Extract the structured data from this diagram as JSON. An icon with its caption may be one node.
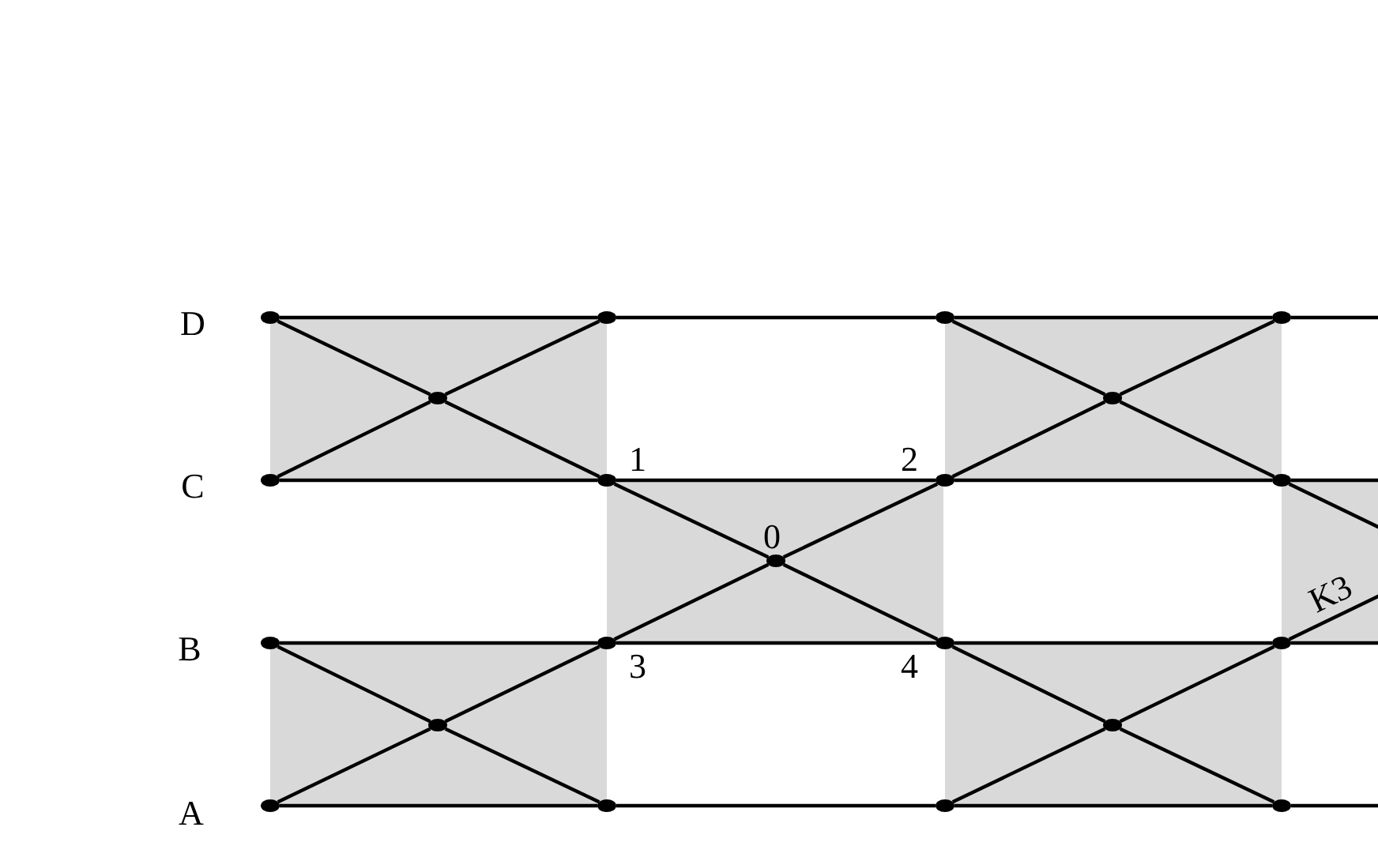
{
  "diagram": {
    "nodes": [
      {
        "text": [],
        "shape": "circle"
      },
      {
        "text": [],
        "shape": "circle"
      },
      {
        "text": [],
        "shape": "circle"
      },
      {
        "text": [],
        "shape": "circle"
      },
      {
        "text": [],
        "shape": "circle"
      },
      {
        "text": [],
        "shape": "circle"
      },
      {
        "text": [],
        "shape": "circle"
      },
      {
        "text": [],
        "shape": "circle",
        "beside": [
          "1"
        ]
      },
      {
        "text": [],
        "shape": "circle",
        "beside": [
          "2"
        ]
      },
      {
        "text": [],
        "shape": "circle"
      },
      {
        "text": [],
        "shape": "circle",
        "beside": [
          "0"
        ]
      },
      {
        "text": [],
        "shape": "circle"
      },
      {
        "text": [],
        "shape": "circle",
        "beside": [
          "3"
        ]
      },
      {
        "text": [],
        "shape": "circle",
        "beside": [
          "4"
        ]
      },
      {
        "text": [],
        "shape": "circle"
      },
      {
        "text": [],
        "shape": "circle"
      },
      {
        "text": [],
        "shape": "circle"
      },
      {
        "text": [],
        "shape": "circle"
      },
      {
        "text": [],
        "shape": "circle"
      },
      {
        "text": [],
        "shape": "circle"
      },
      {
        "text": [],
        "shape": "circle"
      }
    ],
    "edges": [
      {
        "from": 0,
        "to": 1,
        "arrow": "none"
      },
      {
        "from": 1,
        "to": 2,
        "arrow": "none"
      },
      {
        "from": 2,
        "to": 3,
        "arrow": "none"
      },
      {
        "from": 3,
        "to": null,
        "arrow": "none"
      },
      {
        "from": 6,
        "to": 7,
        "arrow": "none"
      },
      {
        "from": 7,
        "to": 8,
        "arrow": "none"
      },
      {
        "from": 8,
        "to": 9,
        "arrow": "none"
      },
      {
        "from": 9,
        "to": null,
        "arrow": "none"
      },
      {
        "from": 11,
        "to": 12,
        "arrow": "none"
      },
      {
        "from": 12,
        "to": 13,
        "arrow": "none"
      },
      {
        "from": 13,
        "to": 14,
        "arrow": "none"
      },
      {
        "from": 14,
        "to": null,
        "arrow": "none"
      },
      {
        "from": 17,
        "to": 18,
        "arrow": "none"
      },
      {
        "from": 18,
        "to": 19,
        "arrow": "none"
      },
      {
        "from": 19,
        "to": 20,
        "arrow": "none"
      },
      {
        "from": 20,
        "to": null,
        "arrow": "none"
      },
      {
        "from": 0,
        "to": 4,
        "arrow": "none"
      },
      {
        "from": 1,
        "to": 4,
        "arrow": "none"
      },
      {
        "from": 6,
        "to": 4,
        "arrow": "none"
      },
      {
        "from": 7,
        "to": 4,
        "arrow": "none"
      },
      {
        "from": 2,
        "to": 5,
        "arrow": "none"
      },
      {
        "from": 3,
        "to": 5,
        "arrow": "none"
      },
      {
        "from": 8,
        "to": 5,
        "arrow": "none"
      },
      {
        "from": 9,
        "to": 5,
        "arrow": "none"
      },
      {
        "from": 7,
        "to": 10,
        "arrow": "none"
      },
      {
        "from": 8,
        "to": 10,
        "arrow": "none"
      },
      {
        "from": 12,
        "to": 10,
        "arrow": "none"
      },
      {
        "from": 13,
        "to": 10,
        "arrow": "none"
      },
      {
        "from": 11,
        "to": 15,
        "arrow": "none"
      },
      {
        "from": 12,
        "to": 15,
        "arrow": "none"
      },
      {
        "from": 17,
        "to": 15,
        "arrow": "none"
      },
      {
        "from": 18,
        "to": 15,
        "arrow": "none"
      },
      {
        "from": 13,
        "to": 16,
        "arrow": "none"
      },
      {
        "from": 14,
        "to": 16,
        "arrow": "none"
      },
      {
        "from": 19,
        "to": 16,
        "arrow": "none"
      },
      {
        "from": 20,
        "to": 16,
        "arrow": "none"
      },
      {
        "from": 9,
        "to": null,
        "arrow": "none"
      },
      {
        "from": 14,
        "to": null,
        "arrow": "none",
        "label": "K3"
      }
    ],
    "labels": [
      "D",
      "C",
      "B",
      "A"
    ]
  }
}
